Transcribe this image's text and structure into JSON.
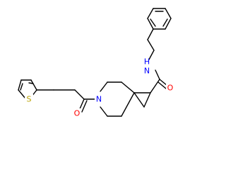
{
  "molecule": {
    "atoms": {
      "N_amide": "N",
      "H_amide": "H",
      "O_amide": "O",
      "N_ring": "N",
      "O_acyl": "O",
      "S_thiophene": "S"
    },
    "colors": {
      "N": "#0000ff",
      "O": "#ff0000",
      "S": "#b8a000",
      "bond": "#000000"
    }
  }
}
